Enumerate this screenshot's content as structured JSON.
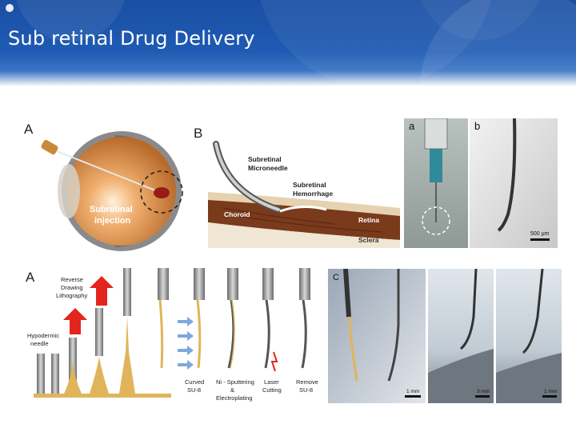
{
  "slide": {
    "title": "Sub retinal Drug Delivery"
  },
  "figure_top_left": {
    "panel_letter": "A",
    "label_line1": "Subretinal",
    "label_line2": "injection"
  },
  "figure_top_middle": {
    "panel_letter": "B",
    "needle_label_line1": "Subretinal",
    "needle_label_line2": "Microneedle",
    "hemorrhage_label_line1": "Subretinal",
    "hemorrhage_label_line2": "Hemorrhage",
    "choroid_label": "Choroid",
    "retina_label": "Retina",
    "sclera_label": "Sclera"
  },
  "figure_top_right": {
    "panel_a_letter": "a",
    "panel_b_letter": "b",
    "scale_label": "500 μm"
  },
  "figure_bottom_left": {
    "panel_letter": "A",
    "reverse_label_line1": "Reverse",
    "reverse_label_line2": "Drawing",
    "reverse_label_line3": "Lithography",
    "hypodermic_label_line1": "Hypodermic",
    "hypodermic_label_line2": "needle",
    "step1_line1": "Curved",
    "step1_line2": "SU-8",
    "step2_line1": "Ni - Sputtering",
    "step2_line2": "&",
    "step2_line3": "Electroplating",
    "step3_line1": "Laser",
    "step3_line2": "Cutting",
    "step4_line1": "Remove",
    "step4_line2": "SU-8"
  },
  "figure_bottom_right": {
    "panel_letter": "C",
    "scale_1": "1 mm",
    "scale_2": "3 mm",
    "scale_3": "1 mm"
  },
  "colors": {
    "header_blue": "#1f5bb3",
    "arrow_red": "#e2261d",
    "arrow_blue": "#7fa8db",
    "gold": "#e0b55a"
  }
}
